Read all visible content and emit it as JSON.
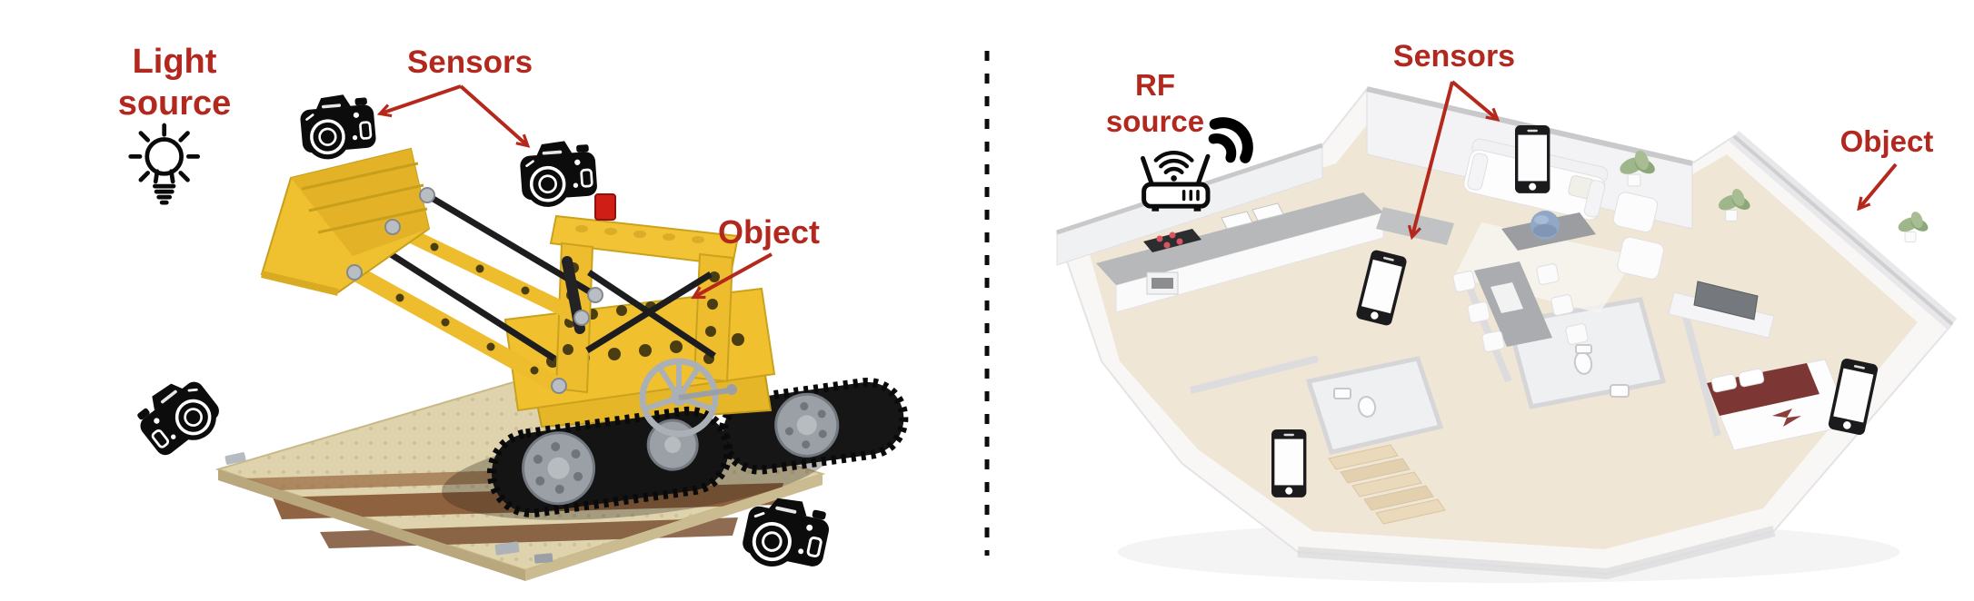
{
  "panels": {
    "left": {
      "light_source_label": "Light source",
      "sensors_label": "Sensors",
      "object_label": "Object",
      "scene": "lego-bulldozer-with-cameras",
      "icons": [
        "light-bulb-icon",
        "camera-icon",
        "camera-icon",
        "camera-icon",
        "camera-icon"
      ]
    },
    "right": {
      "rf_source_label": "RF source",
      "sensors_label": "Sensors",
      "object_label": "Object",
      "scene": "apartment-floorplan-with-smartphones",
      "icons": [
        "wifi-router-icon",
        "rf-waves-icon",
        "smartphone-icon",
        "smartphone-icon",
        "smartphone-icon",
        "smartphone-icon"
      ]
    }
  },
  "colors": {
    "label_red": "#b3281e",
    "arrow_red": "#b5281c",
    "divider_black": "#0d0d0d",
    "lego_yellow": "#f0c02e",
    "blanket_maroon": "#7c3634",
    "floor_beige": "#f0e6d5",
    "echo_blue": "#91a7c6"
  }
}
